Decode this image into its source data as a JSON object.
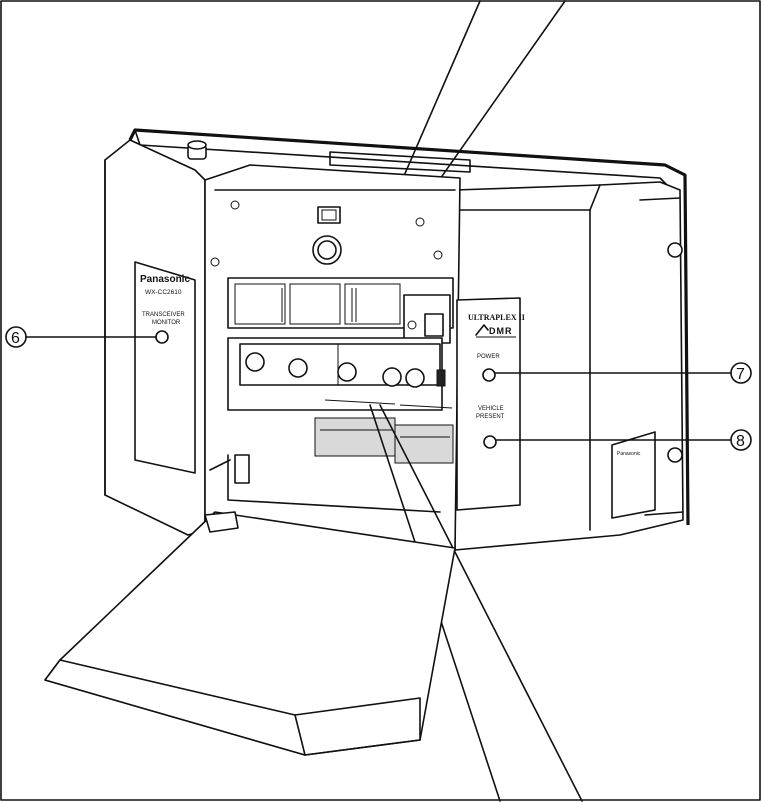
{
  "left_panel": {
    "brand": "Panasonic",
    "model": "WX-CC2610",
    "indicator_label_line1": "TRANSCEIVER",
    "indicator_label_line2": "MONITOR"
  },
  "right_panel": {
    "product_name": "ULTRAPLEX II",
    "logo_text": "DMR",
    "power_label": "POWER",
    "vehicle_label_line1": "VEHICLE",
    "vehicle_label_line2": "PRESENT"
  },
  "side_plate": {
    "brand": "Panasonic"
  },
  "callouts": [
    {
      "id": "callout-6",
      "number": "6"
    },
    {
      "id": "callout-7",
      "number": "7"
    },
    {
      "id": "callout-8",
      "number": "8"
    }
  ]
}
